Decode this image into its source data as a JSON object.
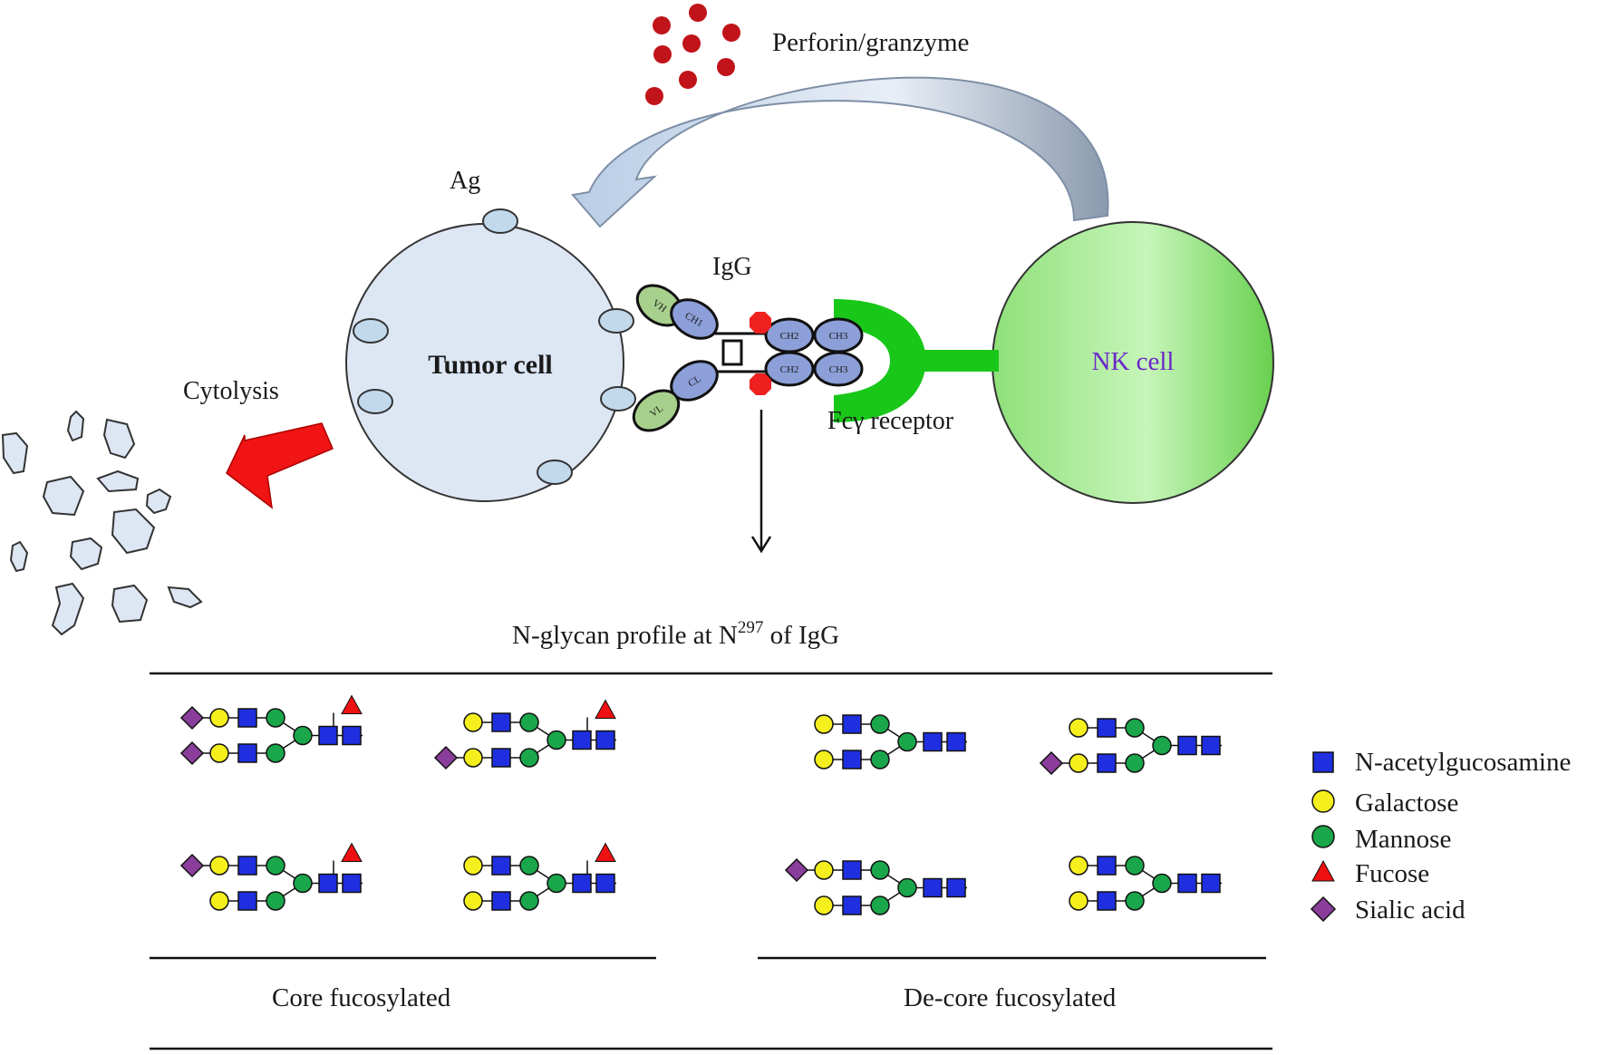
{
  "labels": {
    "perforin": "Perforin/granzyme",
    "ag": "Ag",
    "igg": "IgG",
    "tumor_cell": "Tumor  cell",
    "nk_cell": "NK cell",
    "cytolysis": "Cytolysis",
    "fc_receptor": "Fcγ receptor",
    "vh": "VH",
    "vl": "VL",
    "ch1": "CH1",
    "cl": "CL",
    "ch2": "CH2",
    "ch3": "CH3"
  },
  "glycan_profile": {
    "title_main": "N-glycan  profile  at  N",
    "title_sup": "297",
    "title_end": " of IgG",
    "groups": [
      "Core fucosylated",
      "De-core fucosylated"
    ]
  },
  "legend": {
    "items": [
      {
        "label": "N-acetylgucosamine",
        "symbol": "square",
        "color": "#1f2fe0"
      },
      {
        "label": "Galactose",
        "symbol": "circle",
        "color": "#f5ef1d"
      },
      {
        "label": "Mannose",
        "symbol": "circle",
        "color": "#1aa64a"
      },
      {
        "label": "Fucose",
        "symbol": "triangle",
        "color": "#ee1111"
      },
      {
        "label": "Sialic  acid",
        "symbol": "diamond",
        "color": "#8a3d9a"
      }
    ]
  },
  "colors": {
    "tumor_fill": "#dde6f3",
    "nk_fill": "#8fe07a",
    "receptor_green": "#19c719",
    "granule_red": "#c0141a",
    "cytolysis_arrow": "#f01414",
    "antibody_blue": "#8c9fd8",
    "antibody_green": "#a8d08d",
    "glycan_site": "#ee2020"
  }
}
